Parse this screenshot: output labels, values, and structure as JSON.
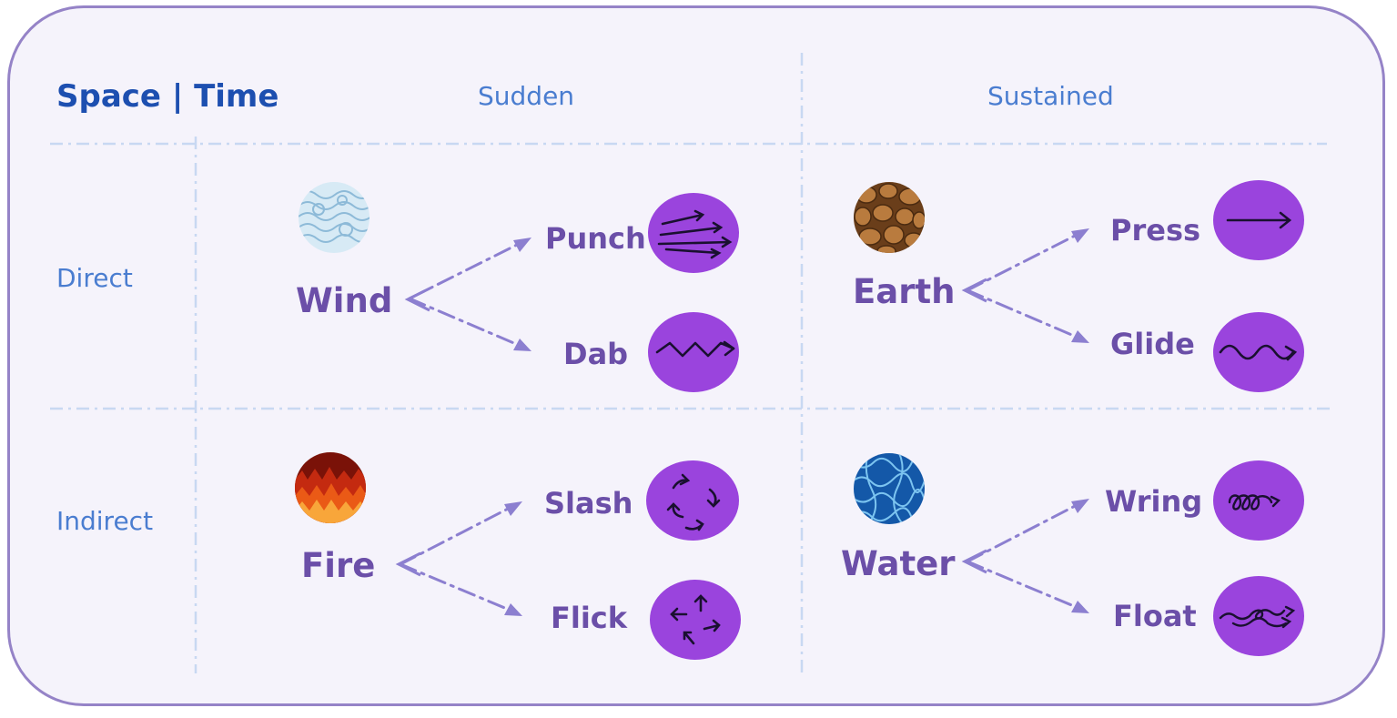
{
  "header": {
    "corner": "Space | Time",
    "columns": [
      "Sudden",
      "Sustained"
    ],
    "rows": [
      "Direct",
      "Indirect"
    ]
  },
  "cells": [
    {
      "element": "Wind",
      "element_icon": "wind-texture-icon",
      "actions": [
        {
          "label": "Punch",
          "icon": "punch-icon"
        },
        {
          "label": "Dab",
          "icon": "dab-icon"
        }
      ]
    },
    {
      "element": "Earth",
      "element_icon": "earth-texture-icon",
      "actions": [
        {
          "label": "Press",
          "icon": "press-icon"
        },
        {
          "label": "Glide",
          "icon": "glide-icon"
        }
      ]
    },
    {
      "element": "Fire",
      "element_icon": "fire-texture-icon",
      "actions": [
        {
          "label": "Slash",
          "icon": "slash-icon"
        },
        {
          "label": "Flick",
          "icon": "flick-icon"
        }
      ]
    },
    {
      "element": "Water",
      "element_icon": "water-texture-icon",
      "actions": [
        {
          "label": "Wring",
          "icon": "wring-icon"
        },
        {
          "label": "Float",
          "icon": "float-icon"
        }
      ]
    }
  ],
  "colors": {
    "border": "#9583c7",
    "background": "#f5f3fb",
    "corner_text": "#1d4fb0",
    "header_text": "#4a7dd0",
    "label_text": "#6b4fa8",
    "action_circle": "#9a44dd",
    "arrow": "#8c7fd0",
    "grid_line": "#c8d8f2"
  }
}
